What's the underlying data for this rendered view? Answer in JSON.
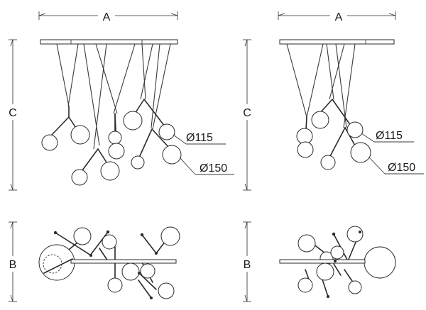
{
  "labels": {
    "dim_a": "A",
    "dim_b": "B",
    "dim_c": "C",
    "diameter_small": "Ø115",
    "diameter_large": "Ø150"
  },
  "colors": {
    "line": "#2a2a2a",
    "background": "#ffffff"
  }
}
